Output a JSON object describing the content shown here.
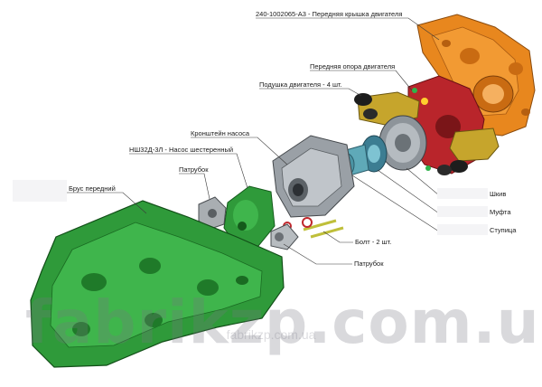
{
  "colors": {
    "orange_part": "#e8871e",
    "green_part": "#2f9a3a",
    "gray_part": "#9aa0a6",
    "blue_part": "#5fa9b8",
    "red_part": "#c0282d",
    "dark_part": "#1d1d1d",
    "leader_line": "#3a3a3a"
  },
  "labels": {
    "front_cover": "240-1002065-А3 - Передняя крышка двигателя",
    "front_support": "Передняя опора двигателя",
    "engine_mounts": "Подушка двигателя - 4 шт.",
    "pump_bracket": "Кронштейн насоса",
    "gear_pump": "НШ32Д-3Л - Насос шестеренный",
    "branch_pipe_top": "Патрубок",
    "front_beam": "Брус передний",
    "pulley": "Шкив",
    "coupling": "Муфта",
    "hub": "Ступица",
    "bolts": "Болт - 2 шт.",
    "branch_pipe_bottom": "Патрубок"
  },
  "watermark": {
    "main": "fabrikzp.com.ua",
    "sub": "fabrikzp.com.ua"
  }
}
